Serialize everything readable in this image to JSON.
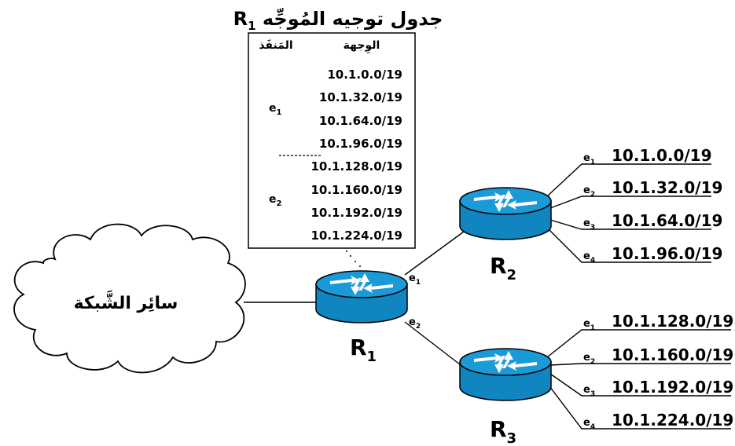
{
  "table": {
    "title_text": "جدول توجيه المُوجِّه",
    "title_router": "R",
    "title_router_sub": "1",
    "col_port": "المَنفَذ",
    "col_dest": "الوِجهة",
    "group1_port": "e",
    "group1_port_sub": "1",
    "group2_port": "e",
    "group2_port_sub": "2",
    "rows": [
      "10.1.0.0/19",
      "10.1.32.0/19",
      "10.1.64.0/19",
      "10.1.96.0/19",
      "10.1.128.0/19",
      "10.1.160.0/19",
      "10.1.192.0/19",
      "10.1.224.0/19"
    ]
  },
  "cloud": {
    "label": "سائِر الشَّبكة"
  },
  "routers": {
    "r1": {
      "name": "R",
      "sub": "1",
      "ports": [
        {
          "name": "e",
          "sub": "1"
        },
        {
          "name": "e",
          "sub": "2"
        }
      ]
    },
    "r2": {
      "name": "R",
      "sub": "2",
      "links": [
        {
          "port": "e",
          "sub": "1",
          "net": "10.1.0.0/19"
        },
        {
          "port": "e",
          "sub": "2",
          "net": "10.1.32.0/19"
        },
        {
          "port": "e",
          "sub": "3",
          "net": "10.1.64.0/19"
        },
        {
          "port": "e",
          "sub": "4",
          "net": "10.1.96.0/19"
        }
      ]
    },
    "r3": {
      "name": "R",
      "sub": "3",
      "links": [
        {
          "port": "e",
          "sub": "1",
          "net": "10.1.128.0/19"
        },
        {
          "port": "e",
          "sub": "2",
          "net": "10.1.160.0/19"
        },
        {
          "port": "e",
          "sub": "3",
          "net": "10.1.192.0/19"
        },
        {
          "port": "e",
          "sub": "4",
          "net": "10.1.224.0/19"
        }
      ]
    }
  },
  "colors": {
    "router_top": "#1a9ad6",
    "router_side": "#1085c0",
    "outline": "#000000"
  }
}
